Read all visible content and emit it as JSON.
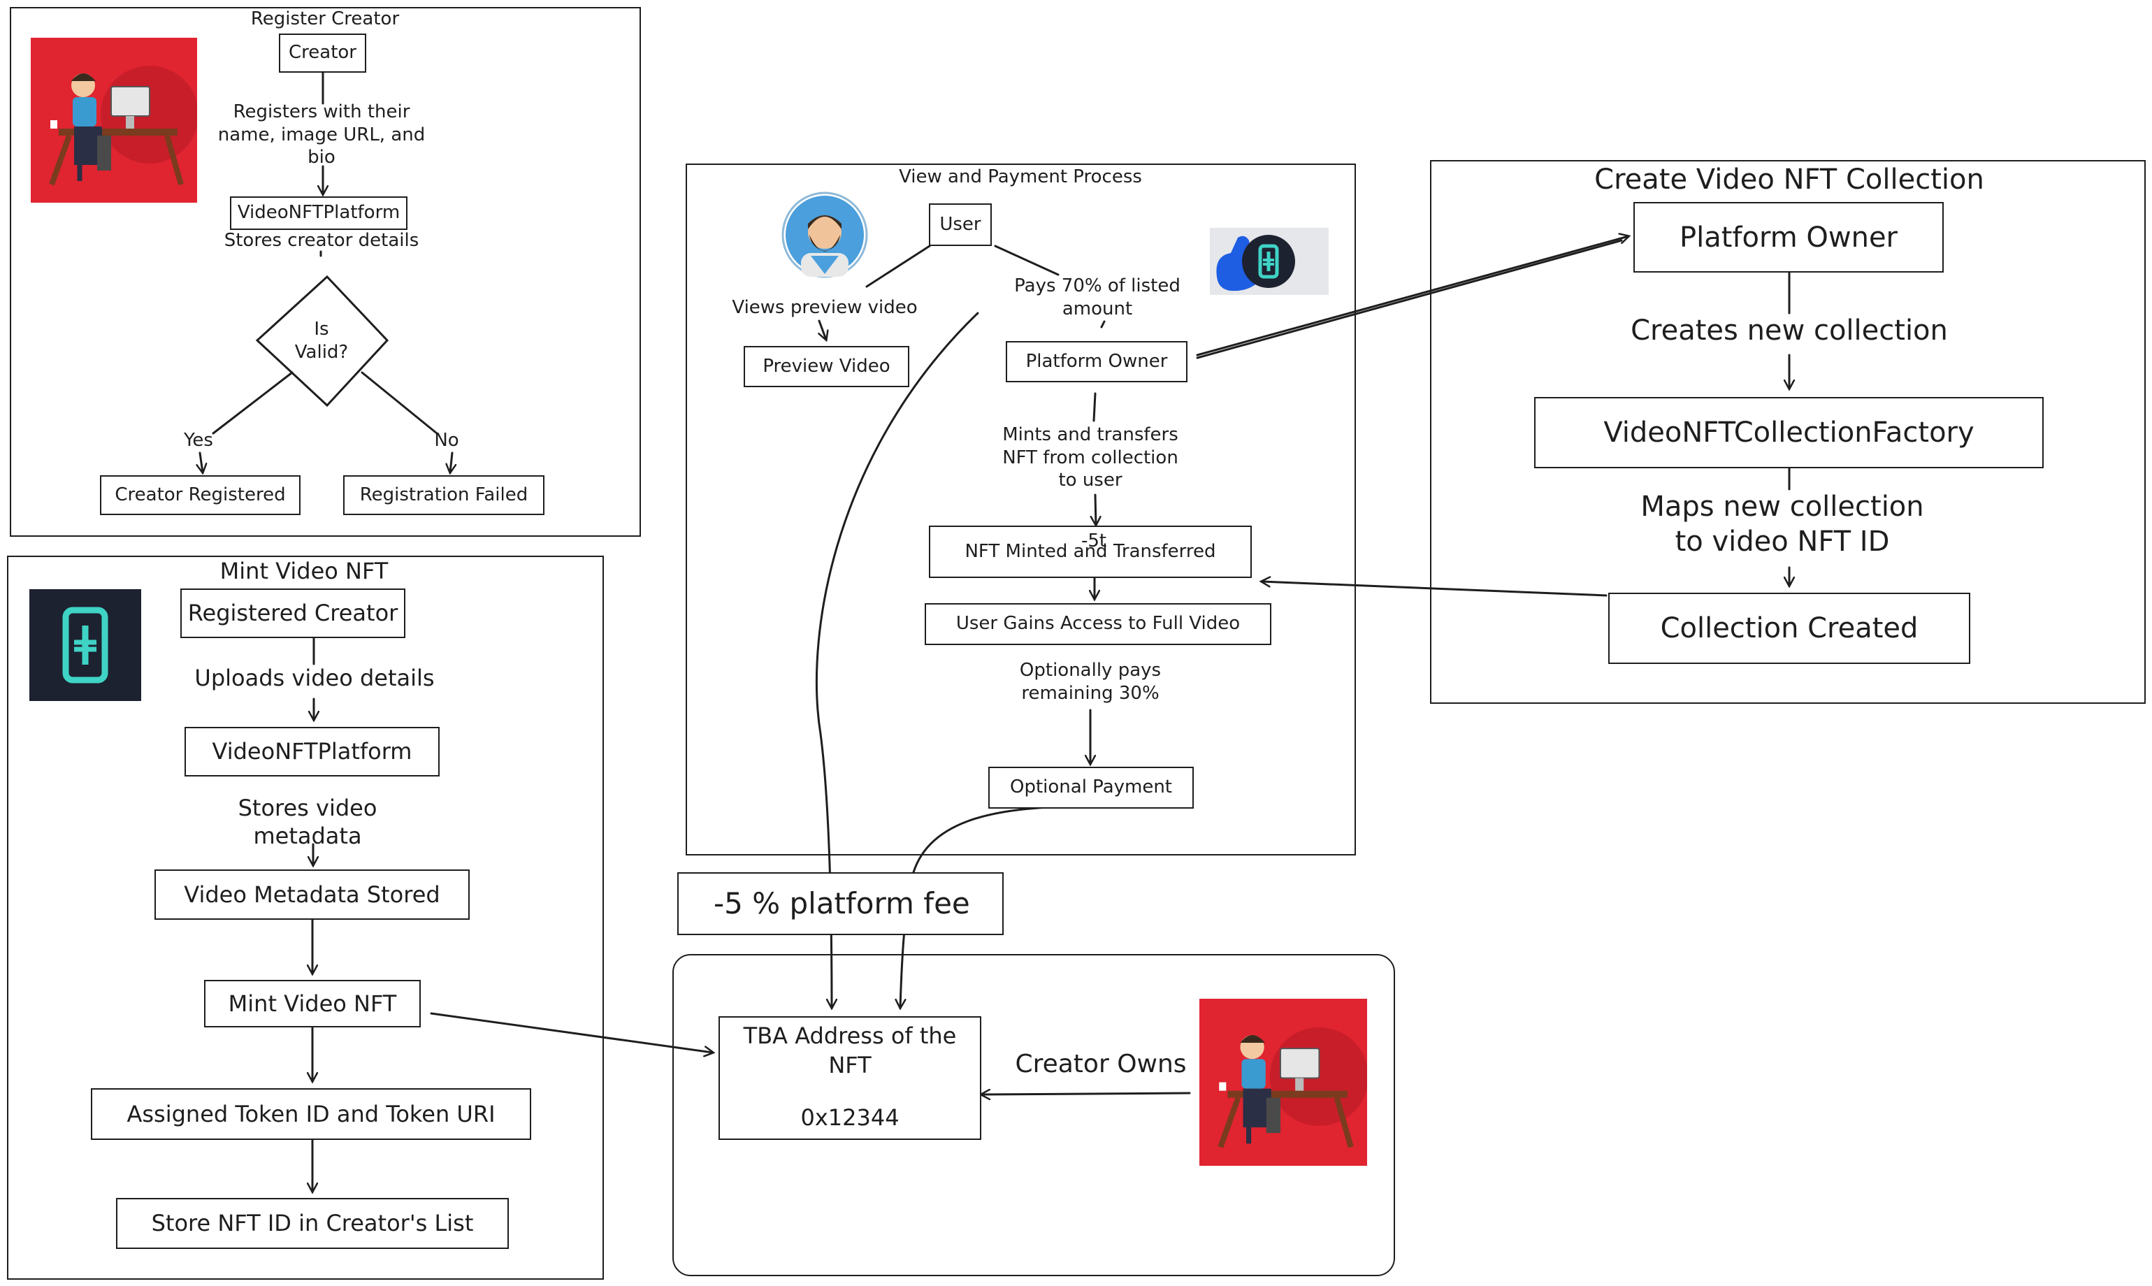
{
  "colors": {
    "ink": "#1e1e1e",
    "red_tile": "#e02430",
    "thirdweb_dark": "#1d2230",
    "thirdweb_teal": "#3fd3c6",
    "blue_hand": "#1d5ee3",
    "avatar_blue": "#4a9fdc"
  },
  "register": {
    "title": "Register Creator",
    "creator": "Creator",
    "registers_label": "Registers with their\nname, image URL, and\nbio",
    "platform": "VideoNFTPlatform",
    "stores_label": "Stores creator details",
    "decision": "Is\nValid?",
    "yes": "Yes",
    "no": "No",
    "registered": "Creator Registered",
    "failed": "Registration Failed",
    "icon": "developer-at-desk-icon"
  },
  "mint": {
    "title": "Mint Video NFT",
    "registered_creator": "Registered Creator",
    "uploads_label": "Uploads video details",
    "platform": "VideoNFTPlatform",
    "stores_label": "Stores video\nmetadata",
    "metadata_stored": "Video Metadata Stored",
    "mint_nft": "Mint Video NFT",
    "assigned": "Assigned Token ID and Token URI",
    "store_list": "Store NFT ID in Creator's List",
    "icon": "thirdweb-logo-icon"
  },
  "payment": {
    "title": "View and Payment Process",
    "user": "User",
    "views_label": "Views preview video",
    "preview": "Preview Video",
    "pays_label": "Pays 70% of listed\namount",
    "platform_owner": "Platform Owner",
    "mints_label": "Mints and transfers\nNFT from collection\nto user",
    "fee_small": "-5t",
    "minted": "NFT Minted and Transferred",
    "access": "User Gains Access to Full Video",
    "optional_label": "Optionally pays\nremaining 30%",
    "optional_payment": "Optional Payment",
    "user_icon": "user-avatar-icon",
    "hand_icon": "hand-thirdweb-icon"
  },
  "collection": {
    "title": "Create Video NFT Collection",
    "platform_owner": "Platform Owner",
    "creates_label": "Creates new collection",
    "factory": "VideoNFTCollectionFactory",
    "maps_label": "Maps new collection\nto video NFT ID",
    "created": "Collection Created"
  },
  "fee_box": "-5 % platform fee",
  "tba": {
    "address_title": "TBA Address of the\nNFT",
    "address_value": "0x12344",
    "owns_label": "Creator Owns",
    "icon": "developer-at-desk-icon"
  }
}
